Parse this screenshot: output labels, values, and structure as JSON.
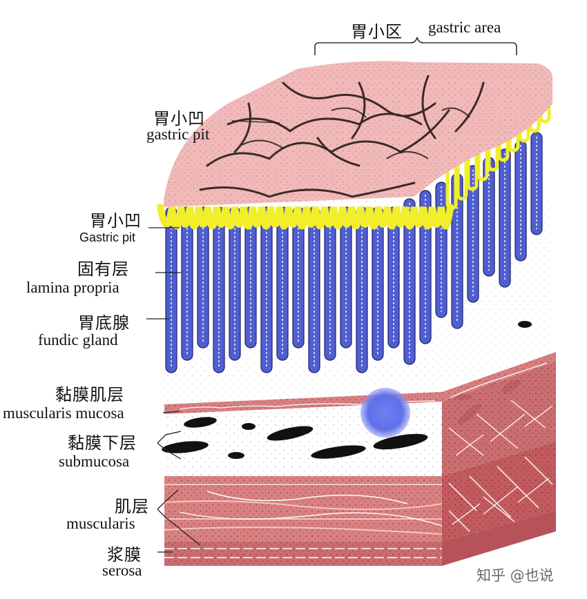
{
  "labels": {
    "gastric_area": {
      "zh": "胃小区",
      "en": "gastric area"
    },
    "gastric_pit_top": {
      "zh": "胃小凹",
      "en": "gastric pit"
    },
    "gastric_pit_mid": {
      "zh": "胃小凹",
      "en": "Gastric pit"
    },
    "lamina_propria": {
      "zh": "固有层",
      "en": "lamina propria"
    },
    "fundic_gland": {
      "zh": "胃底腺",
      "en": "fundic gland"
    },
    "muscularis_mucosa": {
      "zh": "黏膜肌层",
      "en": "muscularis mucosa"
    },
    "submucosa": {
      "zh": "黏膜下层",
      "en": "submucosa"
    },
    "muscularis": {
      "zh": "肌层",
      "en": "muscularis"
    },
    "serosa": {
      "zh": "浆膜",
      "en": "serosa"
    }
  },
  "watermark": "知乎 @也说",
  "colors": {
    "surface_pink": "#f2b9b9",
    "pit_yellow": "#f2ee2a",
    "gland_blue": "#4f5fd0",
    "muscle_red": "#d98080",
    "muscle_dark": "#c25a5e",
    "vessel_blue": "#6f7ff0",
    "ink": "#111111"
  }
}
